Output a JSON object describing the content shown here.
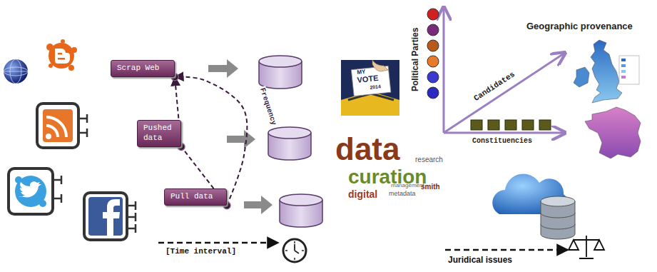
{
  "diagram": {
    "nodes": [
      {
        "text": [
          "Scrap Web"
        ]
      },
      {
        "text": [
          "Pushed data"
        ]
      },
      {
        "text": [
          "Pull data"
        ]
      }
    ],
    "edges": [
      {
        "from": 2,
        "to": 1,
        "arrow": "none"
      },
      {
        "from": 1,
        "to": 0,
        "arrow": "to"
      },
      {
        "from": 2,
        "to": 0,
        "arrow": "to",
        "label": "Frequency"
      }
    ],
    "labels": [
      "Political Parties",
      "Candidates",
      "Geographic provenance",
      "Constituencies",
      "MY",
      "VOTE",
      "2014",
      "data",
      "curation",
      "digital",
      "research",
      "metadata",
      "management",
      "smith",
      "[Time interval]",
      "Juridical issues"
    ]
  }
}
